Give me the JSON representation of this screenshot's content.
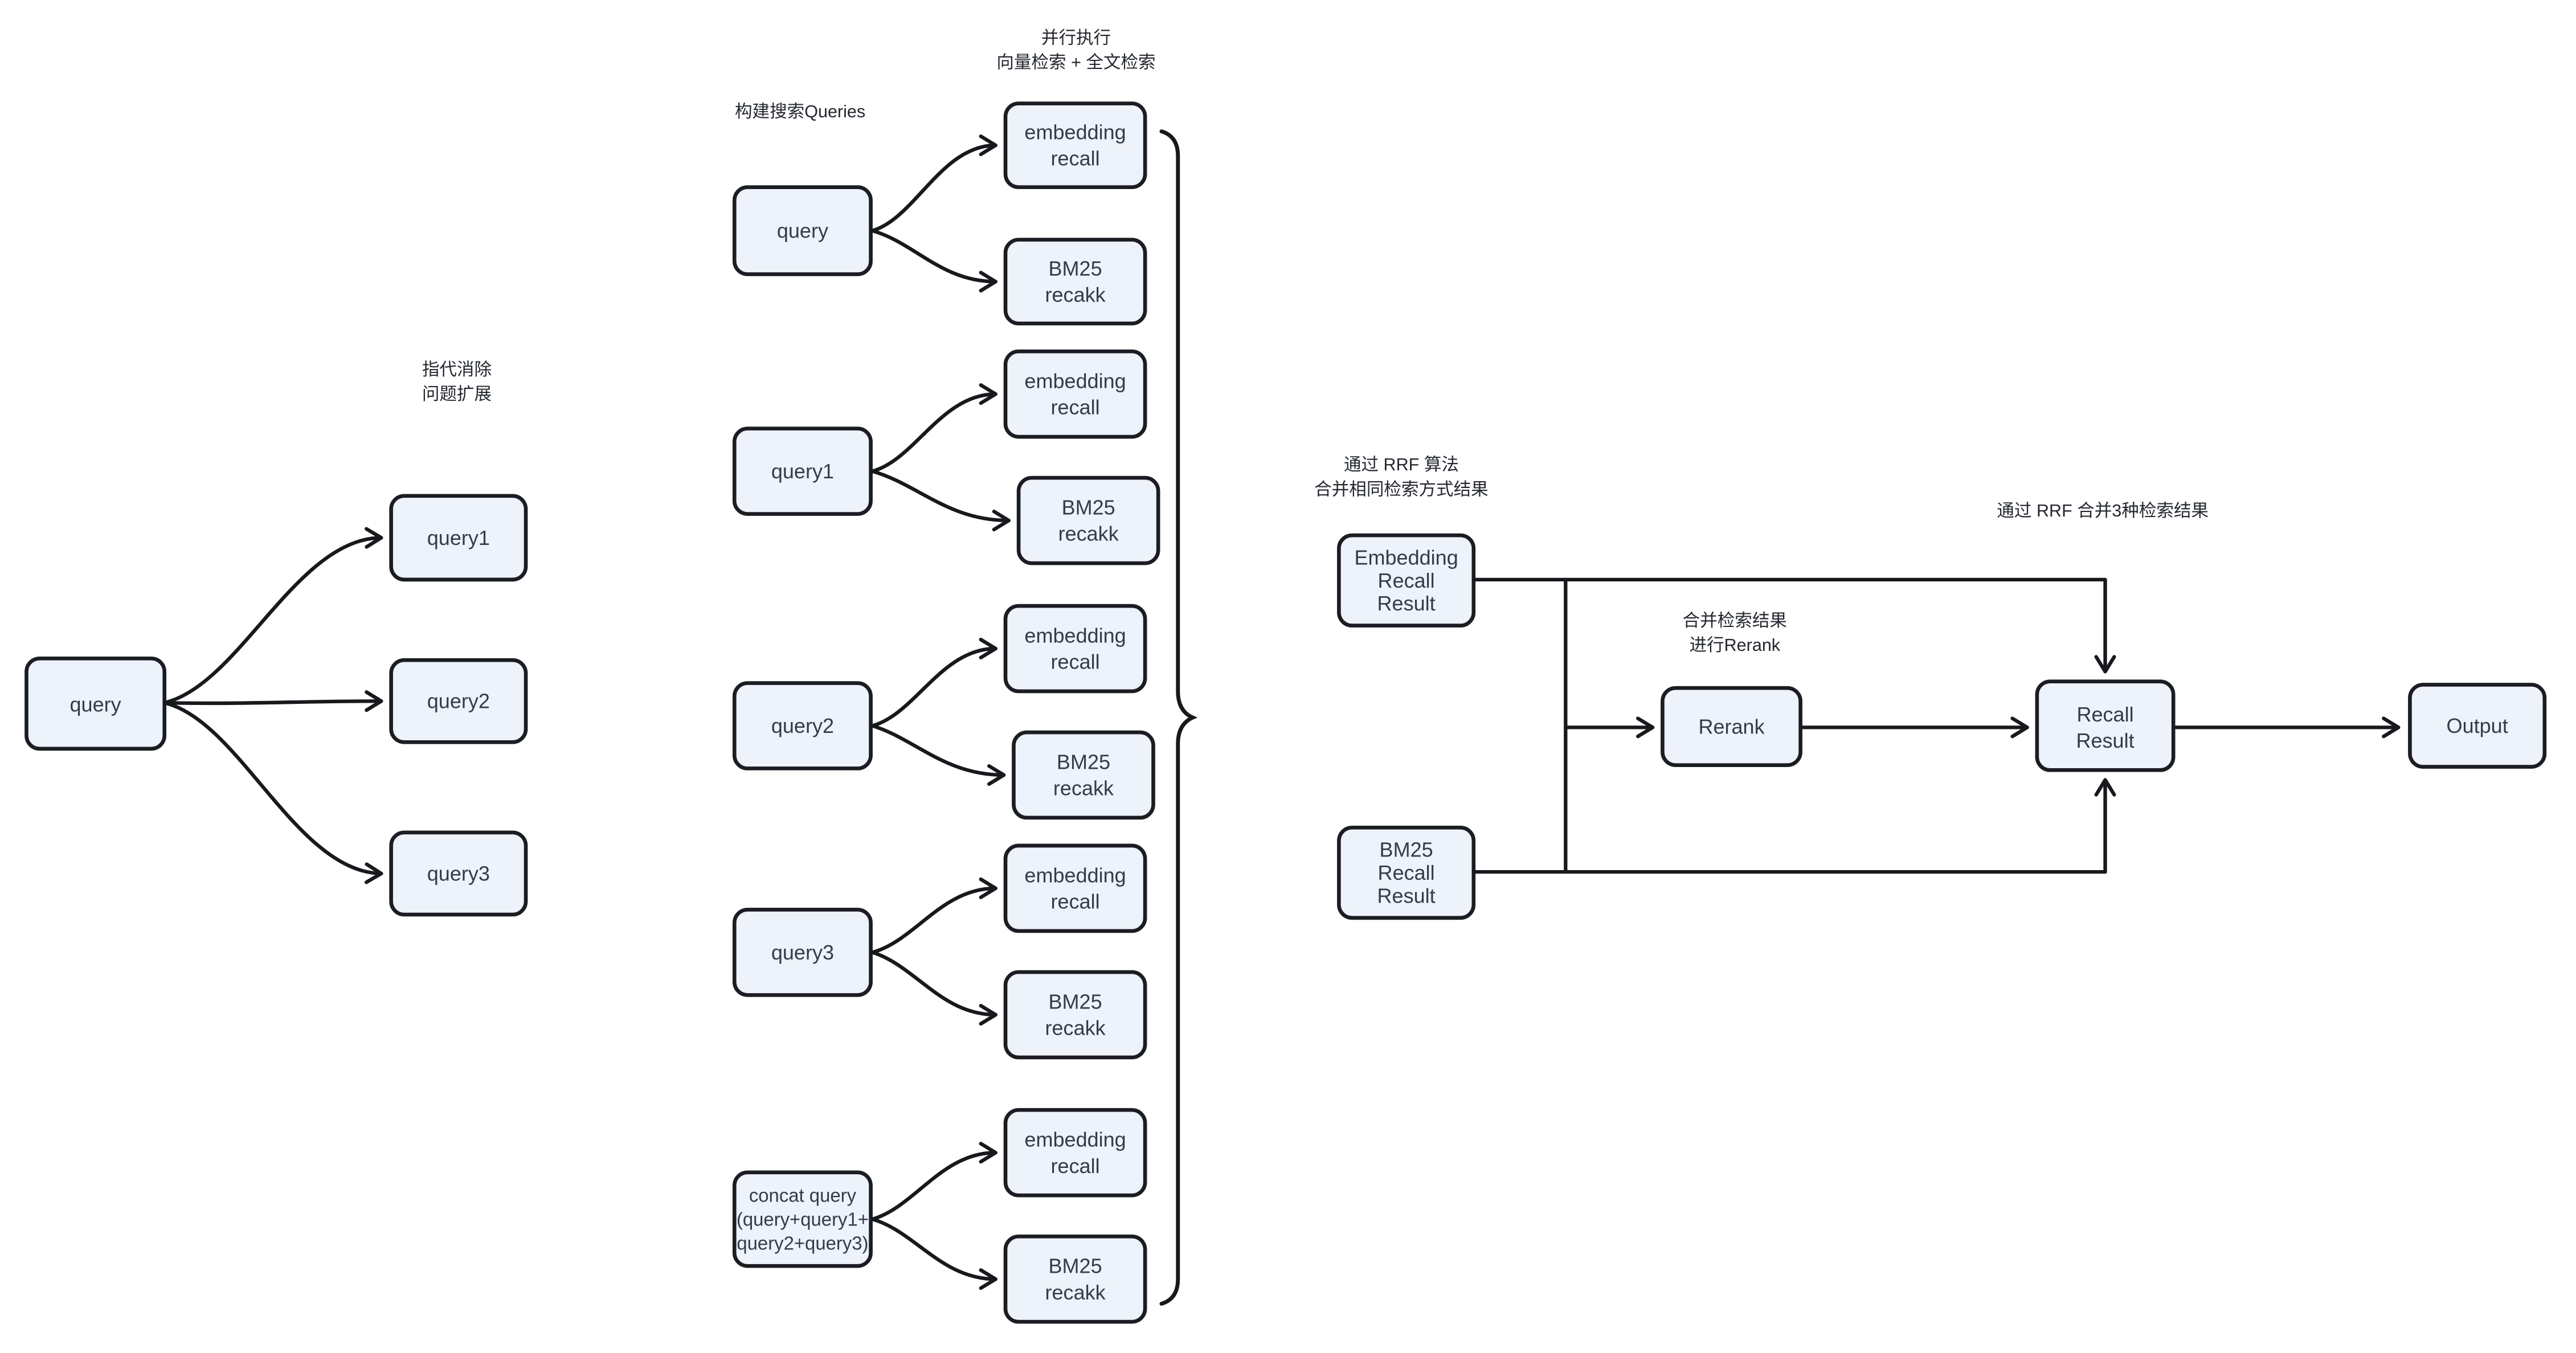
{
  "colors": {
    "background": "#ffffff",
    "node_fill": "#edf2fb",
    "node_stroke": "#1b1d22",
    "node_text": "#343b49",
    "annotation_text": "#24282f",
    "edge_stroke": "#17191d"
  },
  "annotations": {
    "coref": {
      "line1": "指代消除",
      "line2": "问题扩展"
    },
    "build_queries": "构建搜索Queries",
    "parallel": {
      "line1": "并行执行",
      "line2": "向量检索 + 全文检索"
    },
    "rrf_merge_same": {
      "line1": "通过 RRF 算法",
      "line2": "合并相同检索方式结果"
    },
    "merge_rerank": {
      "line1": "合并检索结果",
      "line2": "进行Rerank"
    },
    "rrf_merge_three": "通过 RRF 合并3种检索结果"
  },
  "expansion": {
    "source": "query",
    "expanded": [
      "query1",
      "query2",
      "query3"
    ]
  },
  "search_groups": [
    {
      "query": [
        "query"
      ],
      "embedding": [
        "embedding",
        "recall"
      ],
      "bm25": [
        "BM25",
        "recakk"
      ]
    },
    {
      "query": [
        "query1"
      ],
      "embedding": [
        "embedding",
        "recall"
      ],
      "bm25": [
        "BM25",
        "recakk"
      ]
    },
    {
      "query": [
        "query2"
      ],
      "embedding": [
        "embedding",
        "recall"
      ],
      "bm25": [
        "BM25",
        "recakk"
      ]
    },
    {
      "query": [
        "query3"
      ],
      "embedding": [
        "embedding",
        "recall"
      ],
      "bm25": [
        "BM25",
        "recakk"
      ]
    },
    {
      "query": [
        "concat query",
        "(query+query1+",
        "query2+query3)"
      ],
      "embedding": [
        "embedding",
        "recall"
      ],
      "bm25": [
        "BM25",
        "recakk"
      ]
    }
  ],
  "merge": {
    "embedding_result": [
      "Embedding",
      "Recall",
      "Result"
    ],
    "bm25_result": [
      "BM25",
      "Recall",
      "Result"
    ],
    "rerank": "Rerank",
    "recall_result": [
      "Recall",
      "Result"
    ],
    "output": "Output"
  }
}
